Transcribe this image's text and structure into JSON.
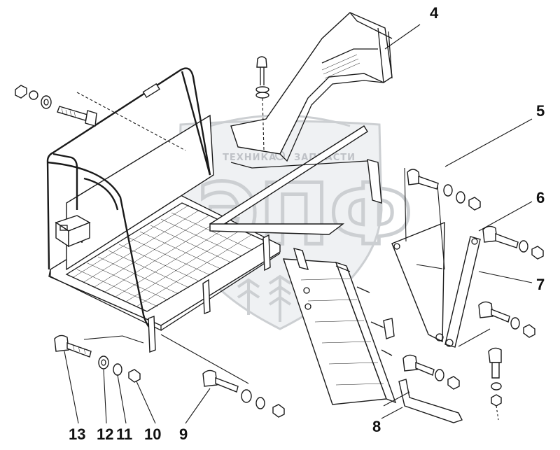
{
  "watermark": {
    "caption_left": "ТЕХНИКА",
    "caption_right": "ЗАПЧАСТИ",
    "monogram": "ЭПФ"
  },
  "callouts": [
    {
      "id": "c4",
      "label": "4"
    },
    {
      "id": "c5",
      "label": "5"
    },
    {
      "id": "c6",
      "label": "6"
    },
    {
      "id": "c7",
      "label": "7"
    },
    {
      "id": "c8",
      "label": "8"
    },
    {
      "id": "c9",
      "label": "9"
    },
    {
      "id": "c10",
      "label": "10"
    },
    {
      "id": "c11",
      "label": "11"
    },
    {
      "id": "c12",
      "label": "12"
    },
    {
      "id": "c13",
      "label": "13"
    }
  ],
  "colors": {
    "ink": "#1a1a1a",
    "watermark": "#c7cace",
    "background": "#ffffff"
  }
}
